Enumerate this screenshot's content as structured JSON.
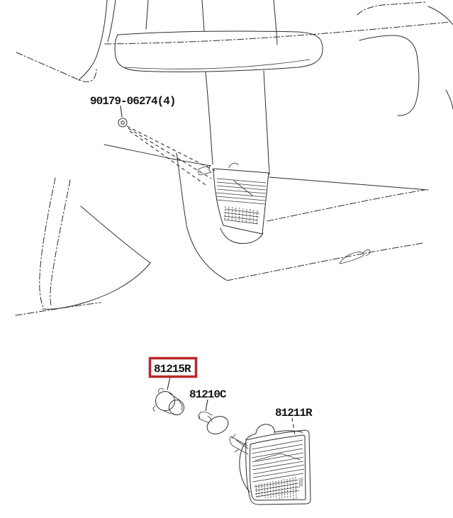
{
  "diagram": {
    "background": "#ffffff",
    "line_color": "#2d2d2d",
    "highlight_color": "#bb2727",
    "callouts": {
      "nut": {
        "part_number": "90179-06274(4)",
        "highlighted": false
      },
      "socket": {
        "part_number": "81215R",
        "highlighted": true
      },
      "bulb": {
        "part_number": "81210C",
        "highlighted": false
      },
      "lamp": {
        "part_number": "81211R",
        "highlighted": false
      }
    }
  }
}
